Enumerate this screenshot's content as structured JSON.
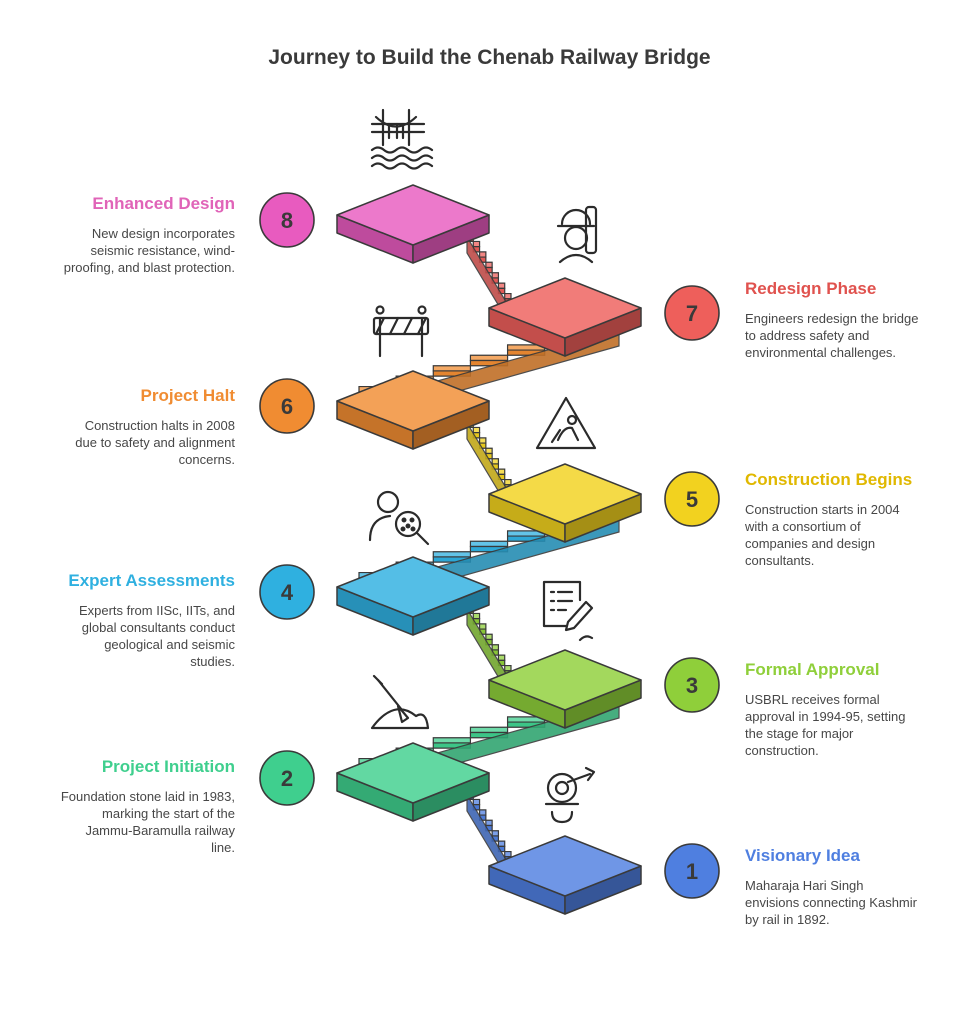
{
  "title": "Journey to Build the Chenab Railway Bridge",
  "steps": [
    {
      "number": "1",
      "heading": "Visionary Idea",
      "description": "Maharaja Hari Singh envisions connecting Kashmir by rail in 1892.",
      "color": "#4f7fe0",
      "icon": "target-person-icon"
    },
    {
      "number": "2",
      "heading": "Project Initiation",
      "description": "Foundation stone laid in 1983, marking the start of the Jammu-Baramulla railway line.",
      "color": "#3fcf8e",
      "icon": "shovel-dirt-icon"
    },
    {
      "number": "3",
      "heading": "Formal Approval",
      "description": "USBRL receives formal approval in 1994-95, setting the stage for major construction.",
      "color": "#8fcf3a",
      "icon": "document-sign-icon"
    },
    {
      "number": "4",
      "heading": "Expert Assessments",
      "description": "Experts from IISc, IITs, and global consultants conduct geological and seismic studies.",
      "color": "#2fb0e0",
      "icon": "person-magnifier-icon"
    },
    {
      "number": "5",
      "heading": "Construction Begins",
      "description": "Construction starts in 2004 with a consortium of companies and design consultants.",
      "color": "#f2d21f",
      "icon": "construction-sign-icon"
    },
    {
      "number": "6",
      "heading": "Project Halt",
      "description": "Construction halts in 2008 due to safety and alignment concerns.",
      "color": "#f08c32",
      "icon": "road-barrier-icon"
    },
    {
      "number": "7",
      "heading": "Redesign Phase",
      "description": "Engineers redesign the bridge to address safety and environmental challenges.",
      "color": "#ee5f5b",
      "icon": "engineer-blueprint-icon"
    },
    {
      "number": "8",
      "heading": "Enhanced Design",
      "description": "New design incorporates seismic resistance, wind-proofing, and blast protection.",
      "color": "#e85bbf",
      "icon": "bridge-water-icon"
    }
  ],
  "heading_colors": [
    "#4f7fe0",
    "#3fcf8e",
    "#8fcf3a",
    "#2fb0e0",
    "#e0b800",
    "#f08c32",
    "#e0524e",
    "#e064b8"
  ]
}
